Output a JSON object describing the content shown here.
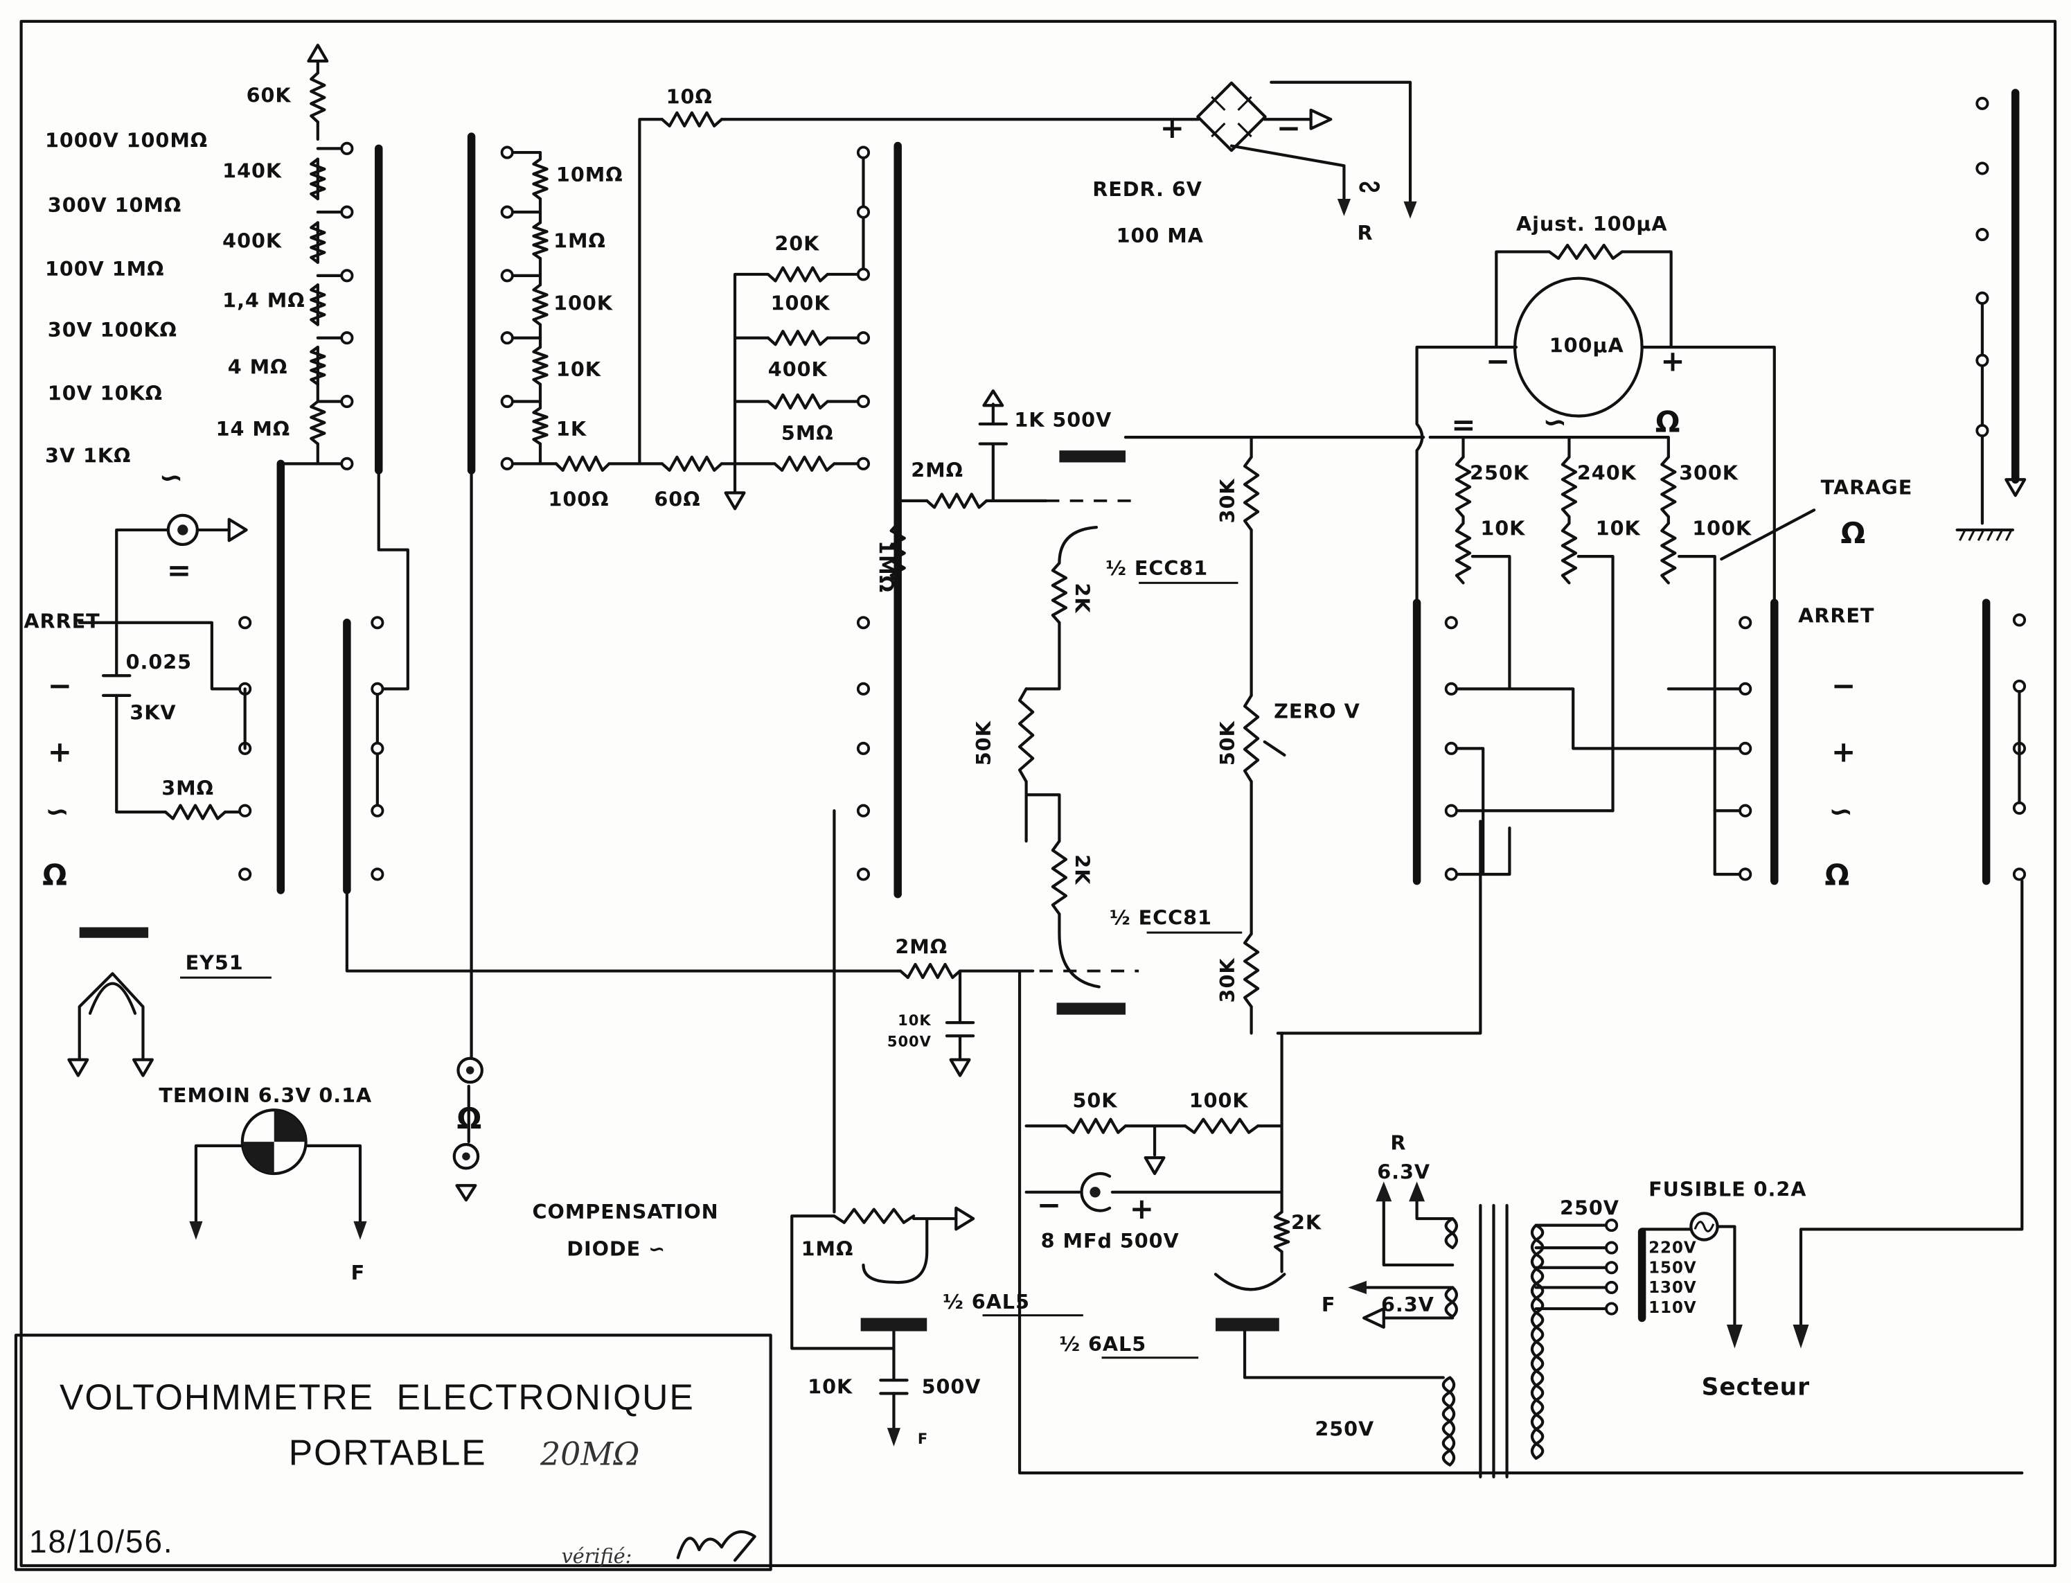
{
  "title_block": {
    "line1": "VOLTOHMMETRE  ELECTRONIQUE",
    "line2": "PORTABLE",
    "handwritten_value": "20MΩ",
    "date": "18/10/56.",
    "verified_label": "vérifié:"
  },
  "voltage_divider": {
    "resistors": [
      "60K",
      "140K",
      "400K",
      "1,4 MΩ",
      "4 MΩ",
      "14 MΩ"
    ],
    "ranges": [
      "1000V 100MΩ",
      "300V 10MΩ",
      "100V 1MΩ",
      "30V 100KΩ",
      "10V 10KΩ",
      "3V 1KΩ"
    ]
  },
  "input_section": {
    "ac_symbol": "∽",
    "dc_symbol": "=",
    "arret": "ARRET",
    "cap_value": "0.025",
    "cap_voltage": "3KV",
    "minus": "−",
    "plus": "+",
    "ac_position": "∽",
    "ohm_position": "Ω",
    "resistor_3m": "3MΩ",
    "diode_tube": "EY51",
    "pilot_lamp": "TEMOIN 6.3V 0.1A",
    "lamp_supply": "F",
    "ohm_jack": "Ω"
  },
  "ohm_divider": {
    "series_top": "10Ω",
    "resistors": [
      "10MΩ",
      "1MΩ",
      "100K",
      "10K",
      "1K"
    ],
    "series_bottom": "100Ω",
    "shunt": "60Ω"
  },
  "current_shunts": [
    "20K",
    "100K",
    "400K",
    "5MΩ"
  ],
  "rectifier": {
    "label": "REDR. 6V",
    "rating": "100 MA",
    "plus": "+",
    "minus": "−",
    "ac": "∾",
    "supply": "R"
  },
  "amplifier": {
    "grid_resistor_top": "2MΩ",
    "grid_cap": "1K 500V",
    "input_resistor": "1MΩ",
    "tube_top": "½ ECC81",
    "tube_bottom": "½ ECC81",
    "cathode_top": "2K",
    "cathode_bottom": "2K",
    "balance": "50K",
    "plate_top": "30K",
    "plate_bottom": "30K",
    "zero_pot": "50K",
    "zero_label": "ZERO V",
    "grid_resistor_bottom": "2MΩ",
    "bottom_cap_value": "10K",
    "bottom_cap_voltage": "500V"
  },
  "power_supply": {
    "r1": "50K",
    "r2": "100K",
    "filter_cap": "8 MFd 500V",
    "cap_minus": "−",
    "cap_plus": "+",
    "r_2k": "2K",
    "tube_left": "½ 6AL5",
    "tube_right": "½ 6AL5",
    "compensation_line1": "COMPENSATION",
    "compensation_line2": "DIODE ∽",
    "compensation_pot": "1MΩ",
    "decoupling_value": "10K",
    "decoupling_voltage": "500V",
    "decoupling_supply": "F",
    "secondary_hv": "250V",
    "heater_r_label": "R",
    "heater_r_voltage": "6.3V",
    "heater_f_label": "F",
    "heater_f_voltage": "6.3V",
    "primary_top": "250V",
    "primary_taps": [
      "220V",
      "150V",
      "130V",
      "110V"
    ],
    "fuse": "FUSIBLE 0.2A",
    "mains": "Secteur"
  },
  "meter": {
    "label": "100µA",
    "adjust": "Ajust. 100µA",
    "minus": "−",
    "plus": "+",
    "function_symbols": [
      "=",
      "∽",
      "Ω"
    ],
    "series_resistors": [
      "250K",
      "240K",
      "300K"
    ],
    "trim_pots": [
      "10K",
      "10K",
      "100K"
    ],
    "tarage_label": "TARAGE",
    "tarage_symbol": "Ω"
  },
  "function_switch": {
    "arret": "ARRET",
    "minus": "−",
    "plus": "+",
    "ac": "∽",
    "ohm": "Ω"
  }
}
